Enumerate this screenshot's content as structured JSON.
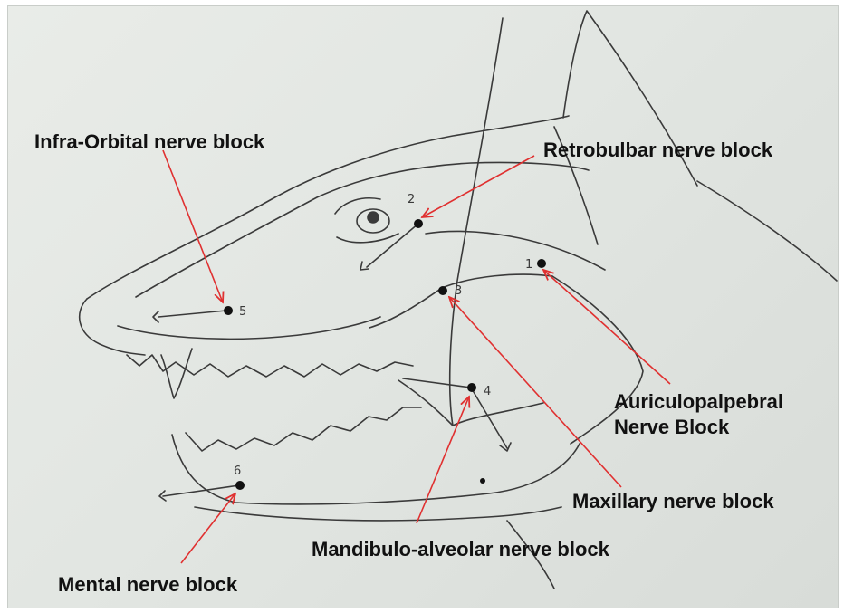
{
  "diagram": {
    "labels": {
      "infra_orbital": "Infra-Orbital nerve block",
      "retrobulbar": "Retrobulbar nerve block",
      "auriculopalpebral_line1": "Auriculopalpebral",
      "auriculopalpebral_line2": "Nerve Block",
      "maxillary": "Maxillary nerve block",
      "mandibulo_alveolar": "Mandibulo-alveolar nerve block",
      "mental": "Mental nerve block"
    },
    "point_numbers": {
      "auriculopalpebral": "1",
      "retrobulbar": "2",
      "maxillary": "3",
      "mandibulo_alveolar": "4",
      "infra_orbital": "5",
      "mental": "6"
    },
    "colors": {
      "pointer_arrow": "#e03030",
      "sketch_line": "#3a3a3a",
      "background": "#e4e7e3",
      "label_text": "#111111"
    }
  }
}
